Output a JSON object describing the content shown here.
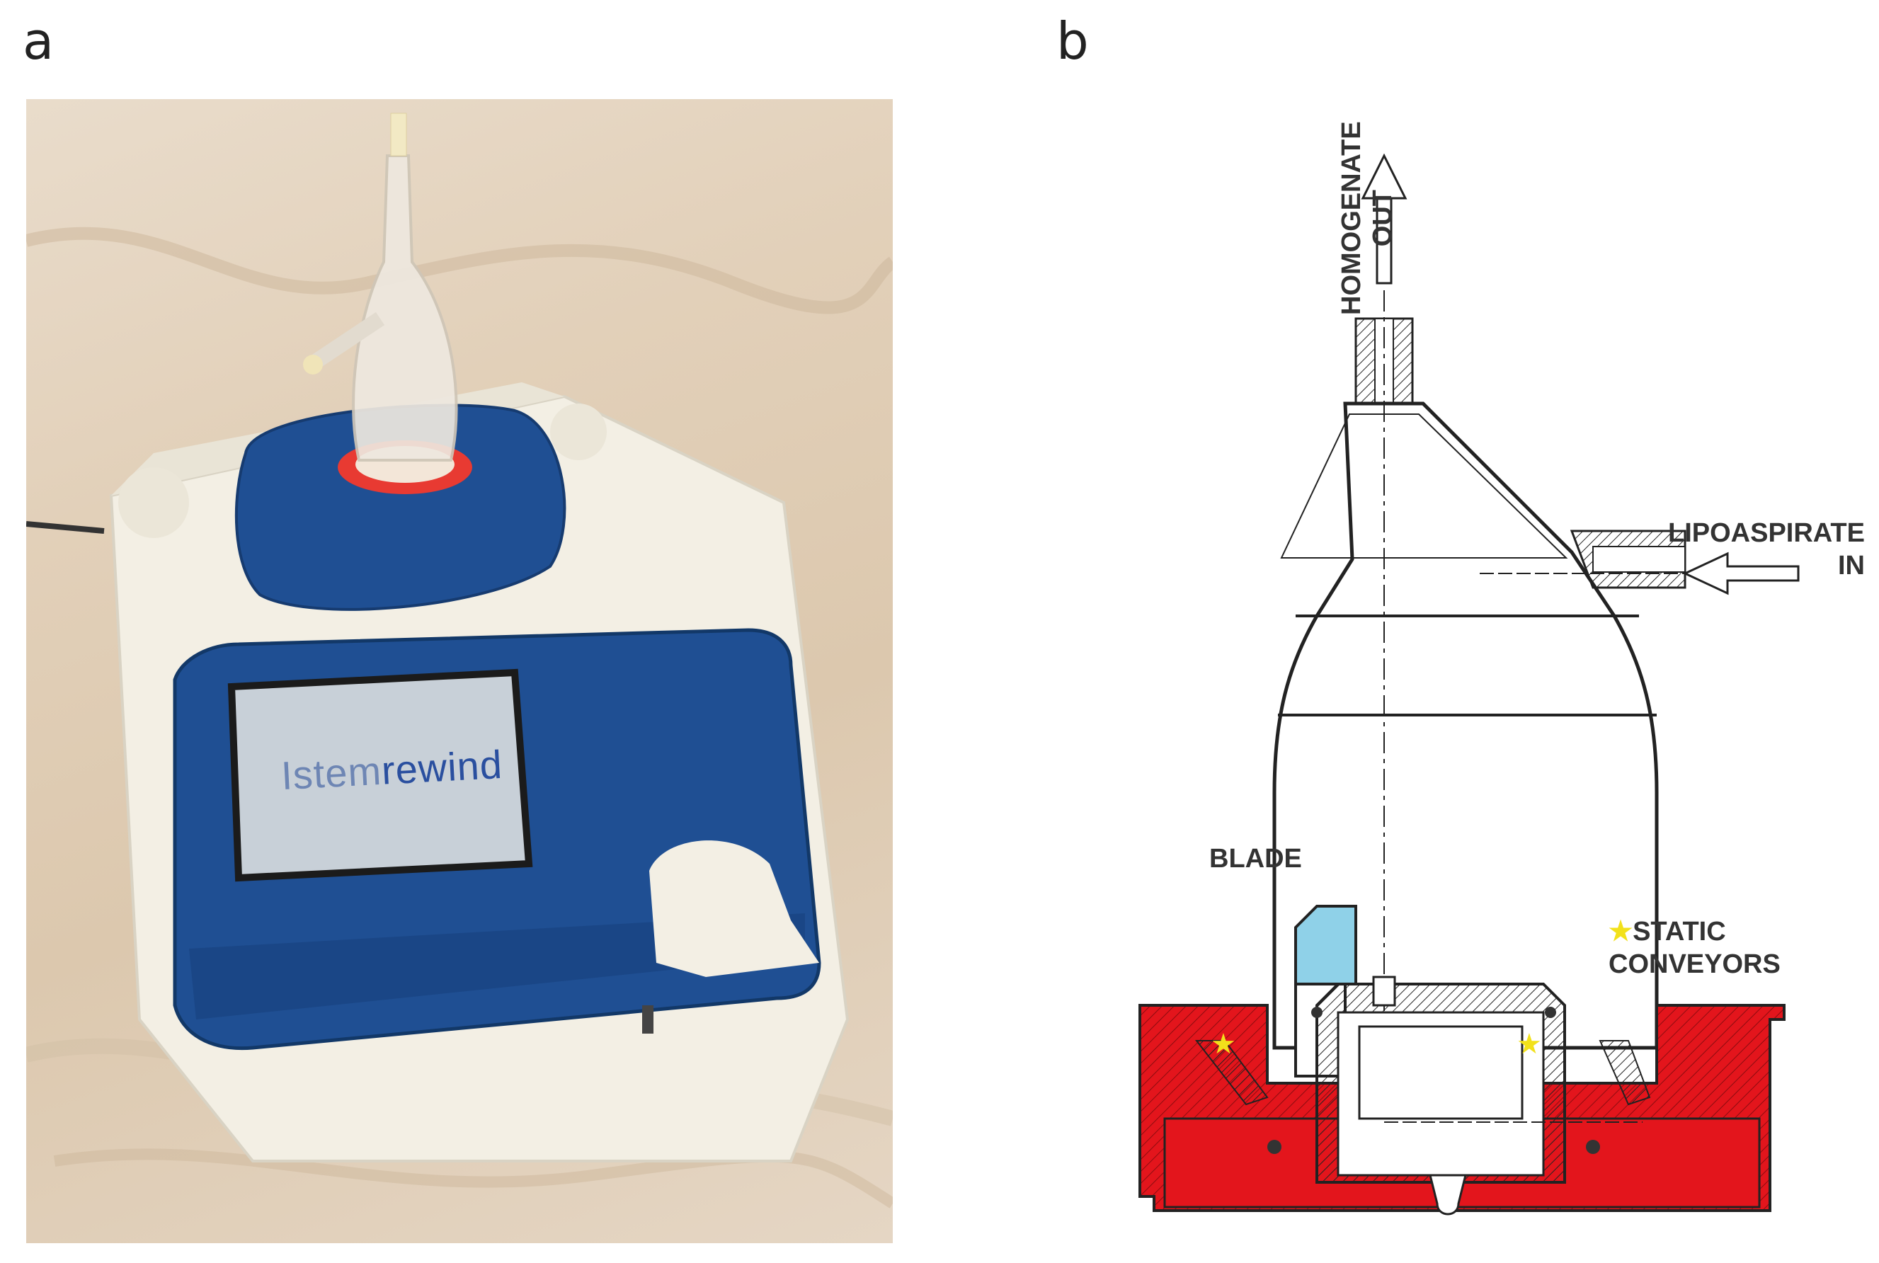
{
  "panels": {
    "a": {
      "letter": "a"
    },
    "b": {
      "letter": "b"
    }
  },
  "photo": {
    "screen_text_part1": "Istem",
    "screen_text_part2": "rewind"
  },
  "diagram_labels": {
    "homogenate_line1": "HOMOGENATE",
    "homogenate_line2": "OUT",
    "lipoaspirate_line1": "LIPOASPIRATE",
    "lipoaspirate_line2": "IN",
    "blade": "BLADE",
    "static_line1": "STATIC",
    "static_line2": "CONVEYORS",
    "star_symbol": "★"
  },
  "colors": {
    "device_blue": "#1f4f93",
    "red_base": "#e3151c",
    "blade_blue": "#8fd1e8",
    "star_yellow": "#f2e11b"
  }
}
